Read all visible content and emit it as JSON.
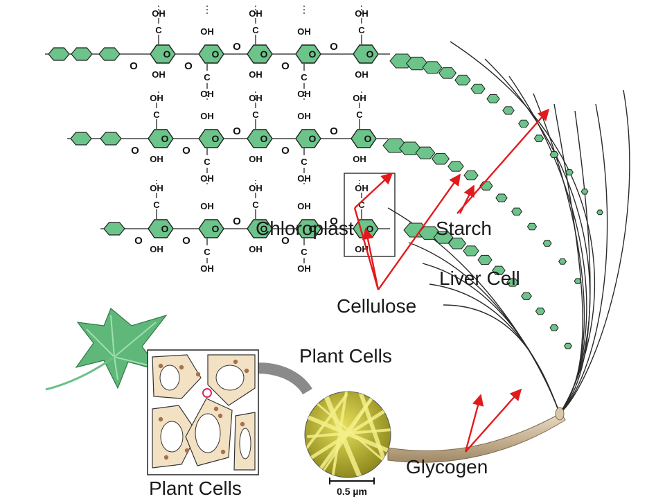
{
  "labels": {
    "chloroplast": "Chloroplast",
    "starch": "Starch",
    "liver_cell": "Liver Cell",
    "cellulose": "Cellulose",
    "plant_cells_micrograph": "Plant Cells",
    "glycogen": "Glycogen",
    "plant_cells_tissue": "Plant Cells"
  },
  "chemistry": {
    "hydroxyl": "OH",
    "carbon": "C",
    "oxygen": "O"
  },
  "scale_bar": "0.5 µm",
  "colors": {
    "glucose_ring": "#6cc48a",
    "ring_outline": "#1f1f1f",
    "arrow": "#e31a1c",
    "fiber": "#c9b495",
    "micrograph": "#c9c237",
    "leaf": "#5fb87a",
    "cell_wall": "#f3e1c4"
  }
}
